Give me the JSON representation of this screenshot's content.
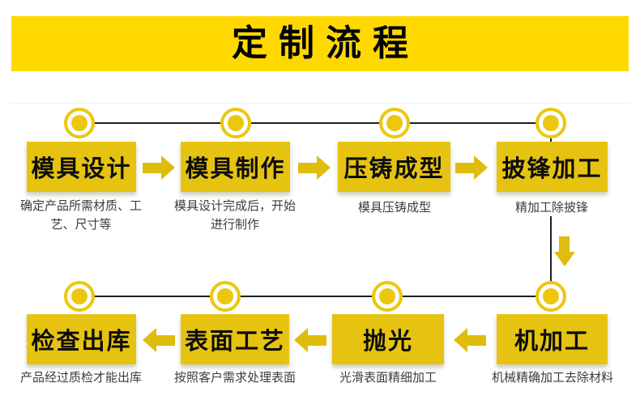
{
  "title": {
    "text": "定制流程"
  },
  "colors": {
    "banner_yellow": "#ffd800",
    "box_yellow": "#e6c311",
    "arrow_yellow": "#e0bc0c",
    "circle_yellow": "#ecc70e",
    "line_black": "#1f1f1f",
    "label_black": "#0d0d0d",
    "desc_gray": "#3c3c3c"
  },
  "flow": {
    "row1": {
      "direction": "left-to-right",
      "steps": [
        {
          "label": "模具设计",
          "description": "确定产品所需材质、工艺、尺寸等"
        },
        {
          "label": "模具制作",
          "description": "模具设计完成后，开始进行制作"
        },
        {
          "label": "压铸成型",
          "description": "模具压铸成型"
        },
        {
          "label": "披锋加工",
          "description": "精加工除披锋"
        }
      ]
    },
    "row2": {
      "direction": "right-to-left",
      "steps": [
        {
          "label": "机加工",
          "description": "机械精确加工去除材料"
        },
        {
          "label": "抛光",
          "description": "光滑表面精细加工"
        },
        {
          "label": "表面工艺",
          "description": "按照客户需求处理表面"
        },
        {
          "label": "检查出库",
          "description": "产品经过质检才能出库"
        }
      ]
    }
  }
}
